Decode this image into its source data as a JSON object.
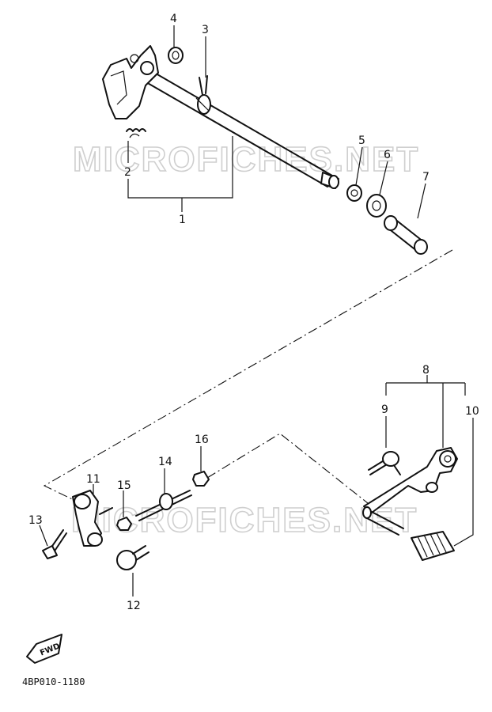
{
  "watermark": "MICROFICHES.NET",
  "drawing_code": "4BP010-1180",
  "fwd_label": "FWD",
  "callouts": [
    "1",
    "2",
    "3",
    "4",
    "5",
    "6",
    "7",
    "8",
    "9",
    "10",
    "11",
    "12",
    "13",
    "14",
    "15",
    "16"
  ]
}
